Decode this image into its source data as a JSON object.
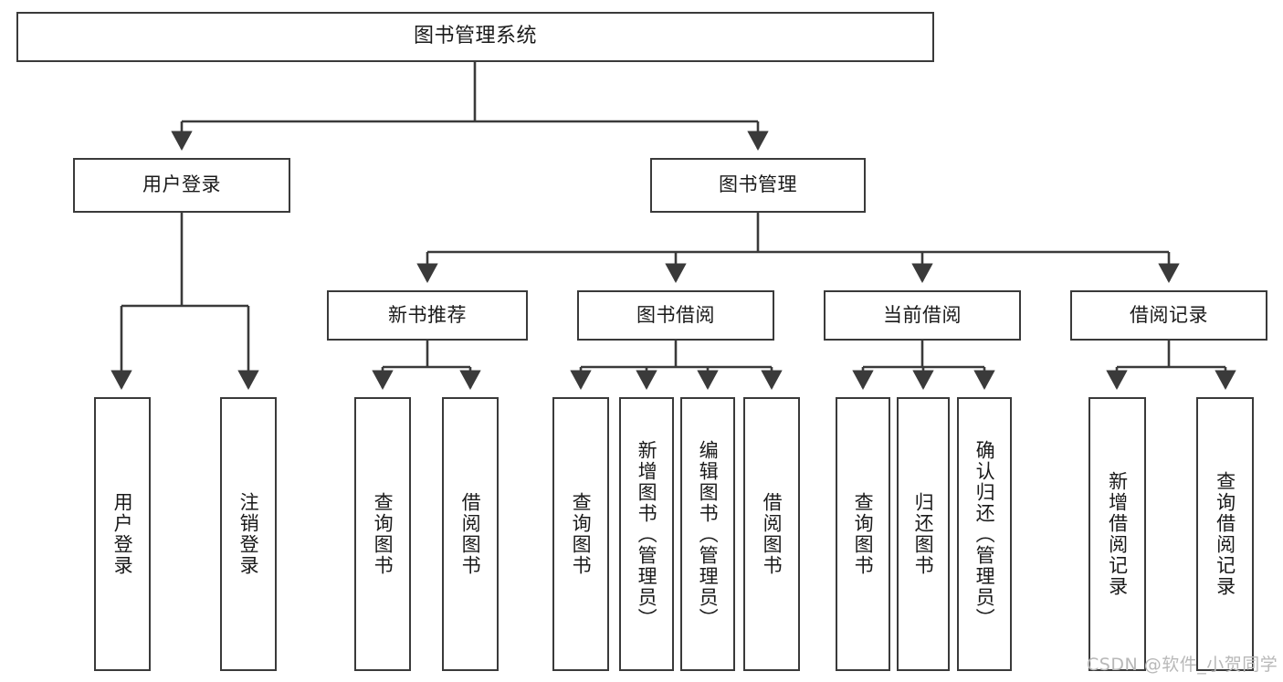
{
  "diagram": {
    "type": "tree-hierarchy",
    "title": "图书管理系统",
    "watermark": "CSDN @软件_小贺同学",
    "stroke_color": "#3a3a3a",
    "fill_color": "#ffffff",
    "text_color": "#1a1a1a",
    "watermark_color": "#b8b8b8",
    "nodes": {
      "root": {
        "label": "图书管理系统"
      },
      "level1": [
        {
          "id": "user-login",
          "label": "用户登录"
        },
        {
          "id": "book-manage",
          "label": "图书管理"
        }
      ],
      "level2": [
        {
          "id": "new-book-recommend",
          "label": "新书推荐"
        },
        {
          "id": "book-borrow",
          "label": "图书借阅"
        },
        {
          "id": "current-borrow",
          "label": "当前借阅"
        },
        {
          "id": "borrow-record",
          "label": "借阅记录"
        }
      ],
      "leaves": {
        "user-login": [
          {
            "id": "leaf-user-login",
            "label": "用户登录"
          },
          {
            "id": "leaf-logout",
            "label": "注销登录"
          }
        ],
        "new-book-recommend": [
          {
            "id": "leaf-query-book-1",
            "label": "查询图书"
          },
          {
            "id": "leaf-borrow-book-1",
            "label": "借阅图书"
          }
        ],
        "book-borrow": [
          {
            "id": "leaf-query-book-2",
            "label": "查询图书"
          },
          {
            "id": "leaf-add-book",
            "label": "新增图书（管理员）"
          },
          {
            "id": "leaf-edit-book",
            "label": "编辑图书（管理员）"
          },
          {
            "id": "leaf-borrow-book-2",
            "label": "借阅图书"
          }
        ],
        "current-borrow": [
          {
            "id": "leaf-query-book-3",
            "label": "查询图书"
          },
          {
            "id": "leaf-return-book",
            "label": "归还图书"
          },
          {
            "id": "leaf-confirm-return",
            "label": "确认归还（管理员）"
          }
        ],
        "borrow-record": [
          {
            "id": "leaf-add-record",
            "label": "新增借阅记录"
          },
          {
            "id": "leaf-query-record",
            "label": "查询借阅记录"
          }
        ]
      }
    }
  }
}
